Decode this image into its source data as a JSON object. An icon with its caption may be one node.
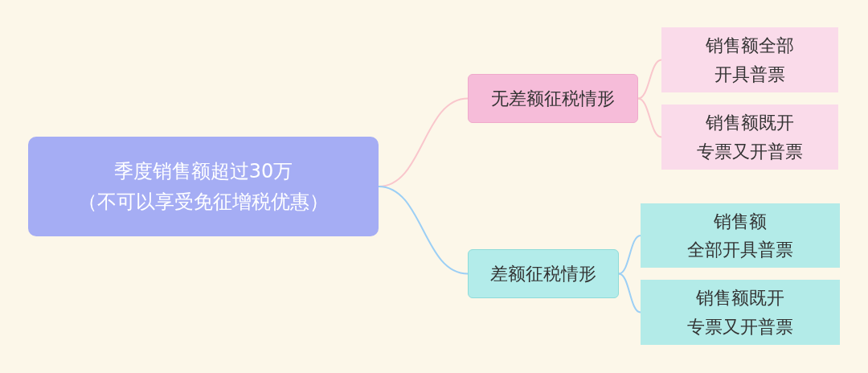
{
  "diagram": {
    "nodes": [
      {
        "text": [
          "季度销售额超过30万（不可以享受免征增税优惠）"
        ]
      },
      {
        "text": [
          "无差额征税情形"
        ]
      },
      {
        "text": [
          "差额征税情形"
        ]
      },
      {
        "text": [
          "销售额全部开具普票"
        ]
      },
      {
        "text": [
          "销售额既开专票又开普票"
        ]
      },
      {
        "text": [
          "销售额全部开具普票"
        ]
      },
      {
        "text": [
          "销售额既开专票又开普票"
        ]
      }
    ],
    "edges": [
      {
        "from": 0,
        "to": 1,
        "arrow": "none",
        "color": "#f9c6cc"
      },
      {
        "from": 0,
        "to": 2,
        "arrow": "none",
        "color": "#9ccff5"
      },
      {
        "from": 1,
        "to": 3,
        "arrow": "none",
        "color": "#f9c6cc"
      },
      {
        "from": 1,
        "to": 4,
        "arrow": "none",
        "color": "#f9c6cc"
      },
      {
        "from": 2,
        "to": 5,
        "arrow": "none",
        "color": "#9ccff5"
      },
      {
        "from": 2,
        "to": 6,
        "arrow": "none",
        "color": "#9ccff5"
      }
    ]
  }
}
